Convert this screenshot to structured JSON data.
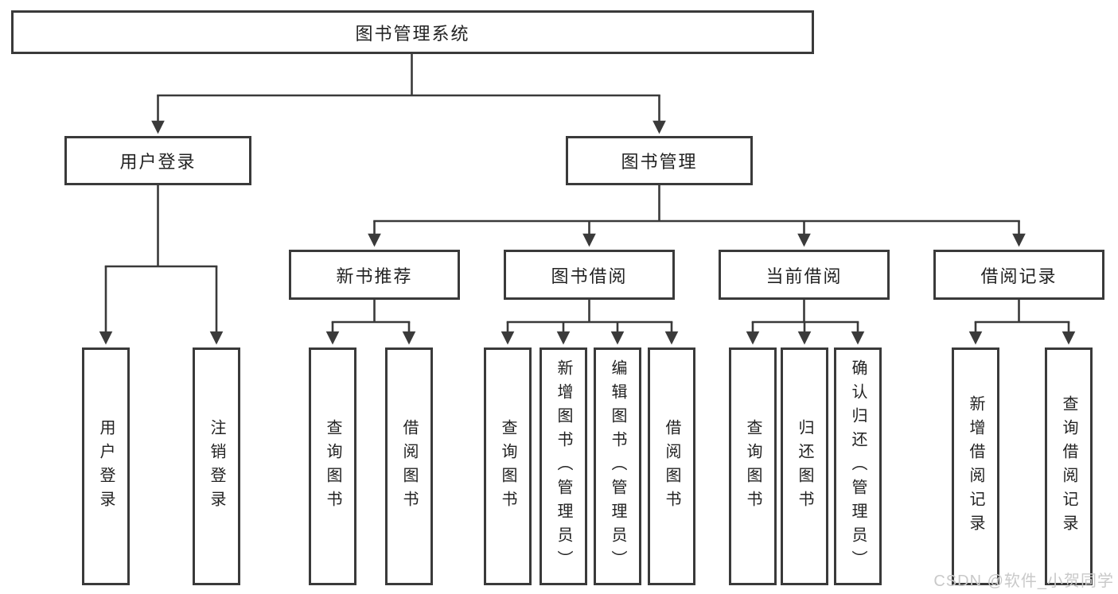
{
  "colors": {
    "line": "#3a3a3a",
    "box_border": "#3a3a3a",
    "box_fill": "#ffffff",
    "text": "#222222",
    "watermark": "#c9c9c9"
  },
  "tree": {
    "root": {
      "label": "图书管理系统"
    },
    "login": {
      "label": "用户登录",
      "children": [
        {
          "label": "用户登录"
        },
        {
          "label": "注销登录"
        }
      ]
    },
    "manage": {
      "label": "图书管理",
      "sections": [
        {
          "label": "新书推荐",
          "children": [
            {
              "label": "查询图书"
            },
            {
              "label": "借阅图书"
            }
          ]
        },
        {
          "label": "图书借阅",
          "children": [
            {
              "label": "查询图书"
            },
            {
              "label": "新增图书（管理员）"
            },
            {
              "label": "编辑图书（管理员）"
            },
            {
              "label": "借阅图书"
            }
          ]
        },
        {
          "label": "当前借阅",
          "children": [
            {
              "label": "查询图书"
            },
            {
              "label": "归还图书"
            },
            {
              "label": "确认归还（管理员）"
            }
          ]
        },
        {
          "label": "借阅记录",
          "children": [
            {
              "label": "新增借阅记录"
            },
            {
              "label": "查询借阅记录"
            }
          ]
        }
      ]
    }
  },
  "watermark": {
    "text": "CSDN @软件_小贺同学"
  }
}
